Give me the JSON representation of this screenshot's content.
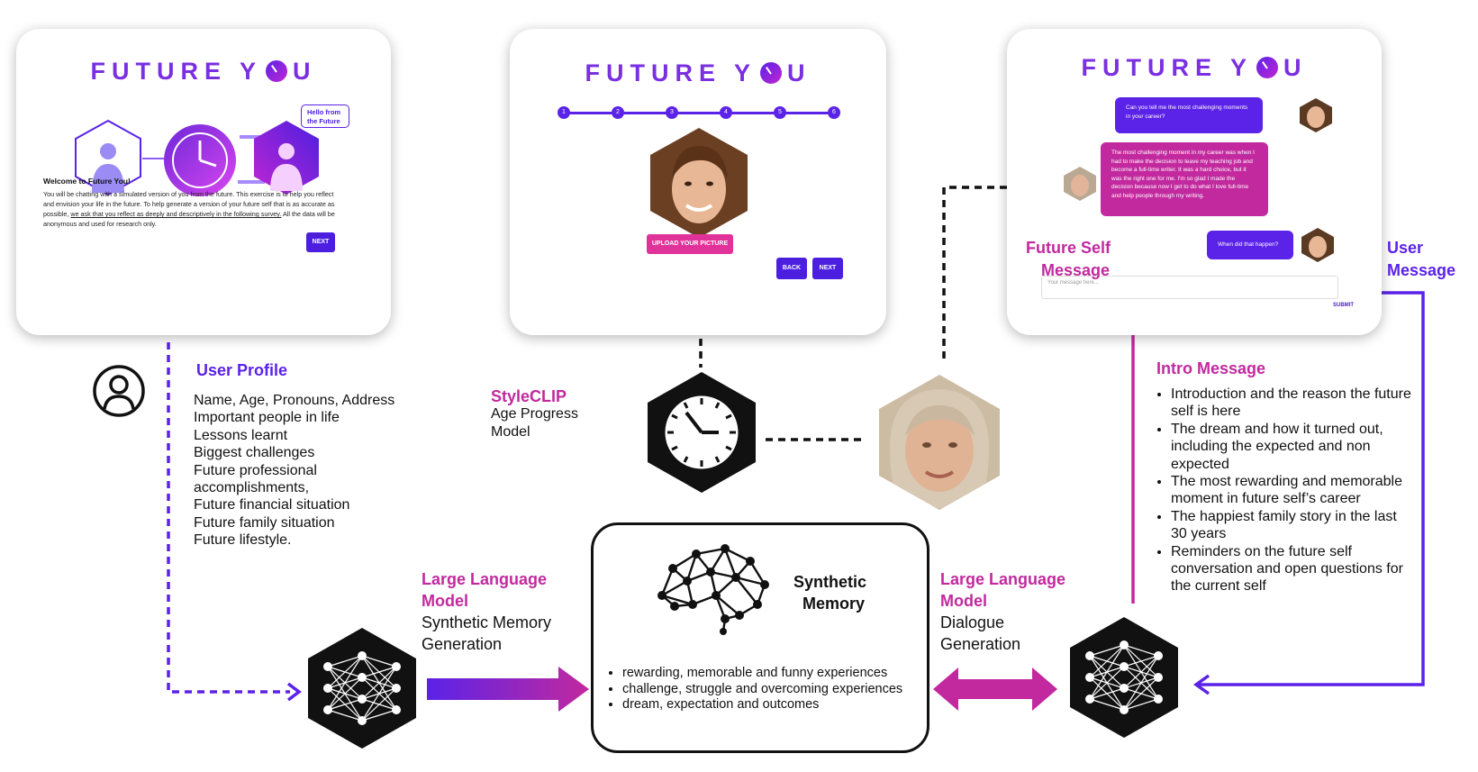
{
  "colors": {
    "purple": "#5b22e8",
    "magenta": "#c2299e",
    "pink": "#e0339a",
    "black": "#111111"
  },
  "card1": {
    "logo_left": "FUTURE Y",
    "logo_right": "U",
    "speech": "Hello from the Future",
    "welcome_title": "Welcome to Future You!",
    "body_1": "You will be chatting with a simulated version of you from the future. This exercise is to help you reflect and envision your life in the future. To help generate a version of your future self that is as accurate as possible, ",
    "body_link": "we ask that you reflect as deeply and descriptively in the following survey.",
    "body_2": " All the data will be anonymous and used for research only.",
    "next_label": "NEXT"
  },
  "card2": {
    "logo_left": "FUTURE Y",
    "logo_right": "U",
    "steps": [
      "1",
      "2",
      "3",
      "4",
      "5",
      "6"
    ],
    "upload_label": "UPLOAD YOUR PICTURE",
    "back_label": "BACK",
    "next_label": "NEXT"
  },
  "card3": {
    "logo_left": "FUTURE Y",
    "logo_right": "U",
    "msg_user_1": "Can you tell me the most challenging moments in your career?",
    "msg_future_1": "The most challenging moment in my career was when I had to make the decision to leave my teaching job and become a full-time writer. It was a hard choice, but it was the right one for me. I'm so glad I made the decision because now I get to do what I love full-time and help people through my writing.",
    "msg_user_2": "When did that happen?",
    "input_placeholder": "Your message here...",
    "submit_label": "SUBMIT"
  },
  "labels": {
    "user_profile": "User Profile",
    "profile_items": [
      "Name, Age, Pronouns, Address",
      "Important people in life",
      "Lessons learnt",
      "Biggest challenges",
      "Future professional",
      "accomplishments,",
      "Future financial situation",
      "Future family situation",
      "Future lifestyle."
    ],
    "styleclip": "StyleCLIP",
    "styleclip_sub_1": "Age Progress",
    "styleclip_sub_2": "Model",
    "future_self_1": "Future Self",
    "future_self_2": "Message",
    "user_msg_1": "User",
    "user_msg_2": "Message",
    "intro_message": "Intro Message",
    "intro_items": [
      "Introduction and the reason the future self is here",
      "The dream and how it turned out, including the expected and non expected",
      "The most rewarding and memorable moment in future self’s career",
      "The happiest family story in the last 30 years",
      "Reminders on the future self conversation and open questions for the current self"
    ],
    "llm_left_1": "Large Language",
    "llm_left_2": "Model",
    "llm_left_sub_1": "Synthetic Memory",
    "llm_left_sub_2": "Generation",
    "llm_right_1": "Large Language",
    "llm_right_2": "Model",
    "llm_right_sub_1": "Dialogue",
    "llm_right_sub_2": "Generation",
    "synthetic_1": "Synthetic",
    "synthetic_2": "Memory",
    "memory_items": [
      "rewarding, memorable and funny experiences",
      "challenge, struggle and overcoming experiences",
      "dream, expectation and outcomes"
    ]
  }
}
